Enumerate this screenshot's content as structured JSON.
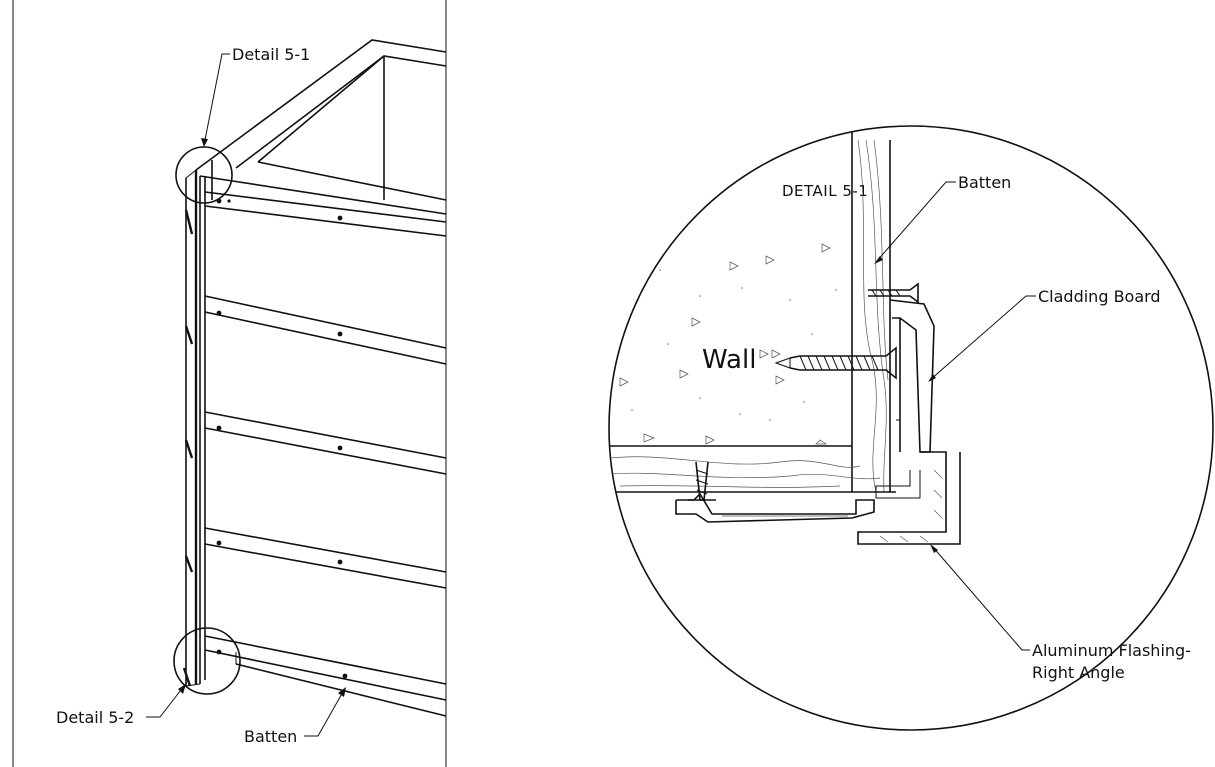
{
  "left_view": {
    "label_detail_5_1": "Detail 5-1",
    "label_detail_5_2": "Detail 5-2",
    "label_batten": "Batten"
  },
  "detail_view": {
    "title": "DETAIL  5-1",
    "label_batten": "Batten",
    "label_cladding_board": "Cladding Board",
    "label_wall": "Wall",
    "label_flashing_line1": "Aluminum Flashing-",
    "label_flashing_line2": "Right Angle"
  }
}
